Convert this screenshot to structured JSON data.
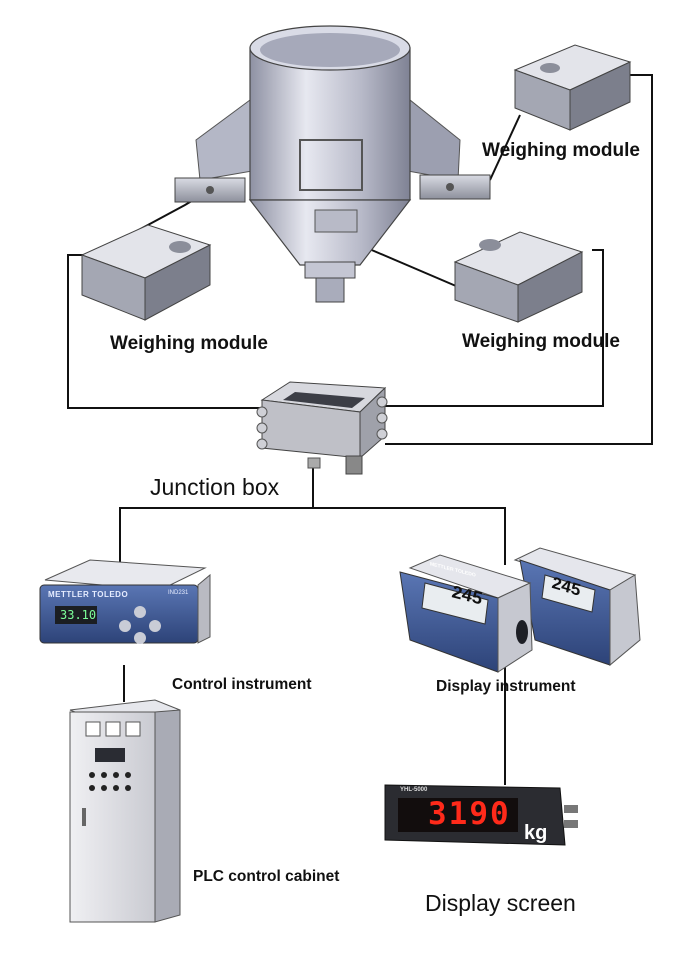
{
  "labels": {
    "weighing_module_top_right": "Weighing module",
    "weighing_module_left": "Weighing module",
    "weighing_module_right": "Weighing module",
    "junction_box": "Junction box",
    "control_instrument": "Control instrument",
    "display_instrument": "Display instrument",
    "plc_control_cabinet": "PLC control cabinet",
    "display_screen": "Display screen"
  },
  "devices": {
    "control_instrument_brand": "METTLER TOLEDO",
    "control_instrument_model": "IND231",
    "control_instrument_reading": "33.10",
    "display_instrument_brand": "METTLER TOLEDO",
    "display_instrument_reading": "245",
    "display_screen_model": "YHL-5000",
    "display_screen_reading": "3190",
    "display_screen_unit": "kg"
  },
  "colors": {
    "line": "#111111",
    "steel": "#b9bccb",
    "instrument_blue": "#3f5a97",
    "led_red": "#ff2a1a"
  }
}
